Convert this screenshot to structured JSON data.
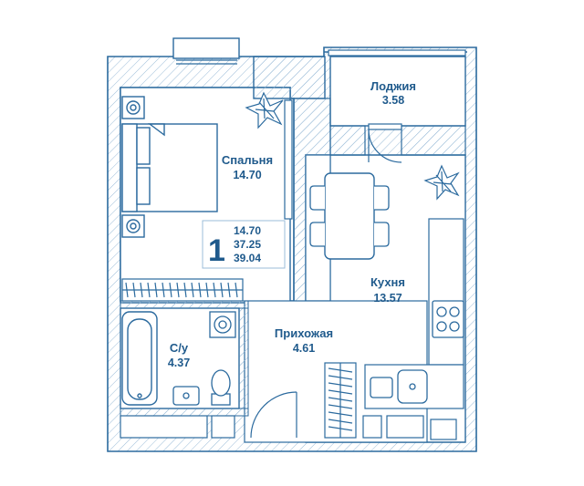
{
  "colors": {
    "line": "#2b6a9e",
    "text": "#1f5a8c",
    "wall_fill": "#ffffff",
    "hatch": "#8fb4d4"
  },
  "rooms": {
    "bedroom": {
      "name": "Спальня",
      "area": "14.70"
    },
    "loggia": {
      "name": "Лоджия",
      "area": "3.58"
    },
    "kitchen": {
      "name": "Кухня",
      "area": "13.57"
    },
    "hallway": {
      "name": "Прихожая",
      "area": "4.61"
    },
    "bathroom": {
      "name": "С/у",
      "area": "4.37"
    }
  },
  "summary": {
    "rooms_count": "1",
    "living_area": "14.70",
    "total_area": "37.25",
    "area_with_loggia": "39.04"
  },
  "icons": [
    "plant-icon",
    "bed-icon",
    "table-icon",
    "chair-icon",
    "stove-icon",
    "sink-icon",
    "bathtub-icon",
    "toilet-icon",
    "washing-machine-icon",
    "wardrobe-icon",
    "door-icon"
  ]
}
